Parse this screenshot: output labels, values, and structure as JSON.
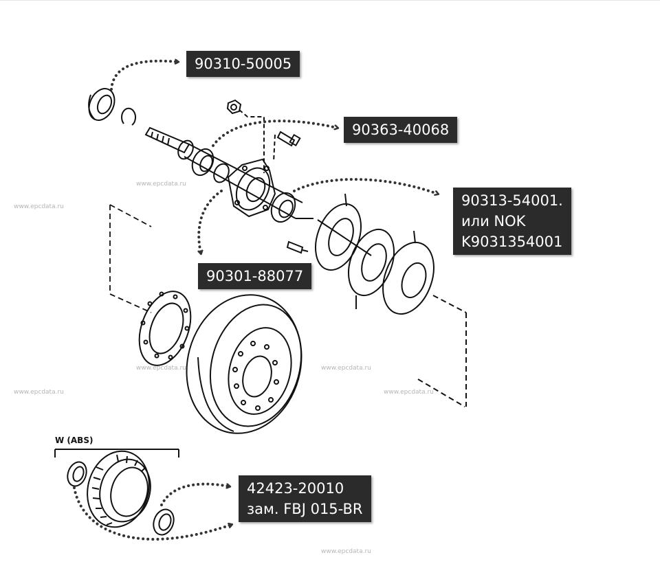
{
  "callouts": {
    "seal_outer": {
      "label": "90310-50005"
    },
    "bolt": {
      "label": "90363-40068"
    },
    "seal_hub": {
      "line1": "90313-54001.",
      "line2": "или NOK",
      "line3": "K9031354001"
    },
    "oil_seal": {
      "label": "90301-88077"
    },
    "abs_ring": {
      "line1": "42423-20010",
      "line2": "зам. FBJ 015-BR"
    }
  },
  "section_label": "W (ABS)",
  "watermark": "www.epcdata.ru",
  "colors": {
    "callout_bg": "#2b2b2b",
    "callout_text": "#ffffff",
    "arrow": "#333333",
    "line_art": "#111111",
    "watermark": "#b5b5b5"
  }
}
